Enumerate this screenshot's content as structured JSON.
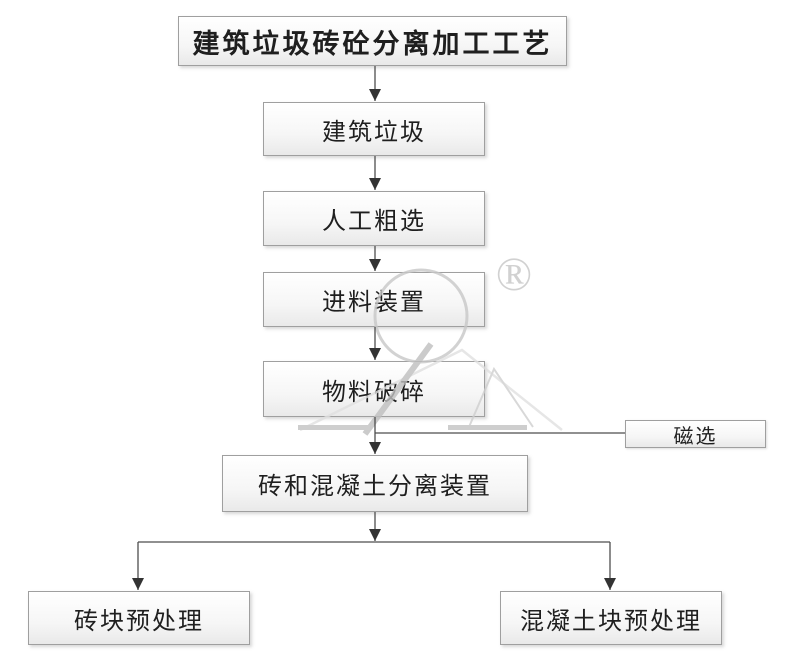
{
  "flowchart": {
    "title": "建筑垃圾砖砼分离加工工艺",
    "nodes": {
      "construction_waste": {
        "label": "建筑垃圾"
      },
      "manual_sorting": {
        "label": "人工粗选"
      },
      "feeding_device": {
        "label": "进料装置"
      },
      "material_crushing": {
        "label": "物料破碎"
      },
      "magnetic_separation": {
        "label": "磁选"
      },
      "brick_concrete_separator": {
        "label": "砖和混凝土分离装置"
      },
      "brick_pretreatment": {
        "label": "砖块预处理"
      },
      "concrete_pretreatment": {
        "label": "混凝土块预处理"
      }
    },
    "edges": [
      {
        "from": "title",
        "to": "construction_waste"
      },
      {
        "from": "construction_waste",
        "to": "manual_sorting"
      },
      {
        "from": "manual_sorting",
        "to": "feeding_device"
      },
      {
        "from": "feeding_device",
        "to": "material_crushing"
      },
      {
        "from": "material_crushing",
        "to": "magnetic_separation"
      },
      {
        "from": "material_crushing",
        "to": "brick_concrete_separator"
      },
      {
        "from": "brick_concrete_separator",
        "to": "brick_pretreatment"
      },
      {
        "from": "brick_concrete_separator",
        "to": "concrete_pretreatment"
      }
    ]
  },
  "watermark": {
    "registered_symbol": "®"
  },
  "colors": {
    "background": "#ffffff",
    "box_border": "#9f9f9f",
    "box_fill_top": "#ffffff",
    "box_fill_bottom": "#e9e9e9",
    "connector": "#4d4d4d",
    "text": "#1f1f1f",
    "watermark": "#c8c8c8"
  }
}
